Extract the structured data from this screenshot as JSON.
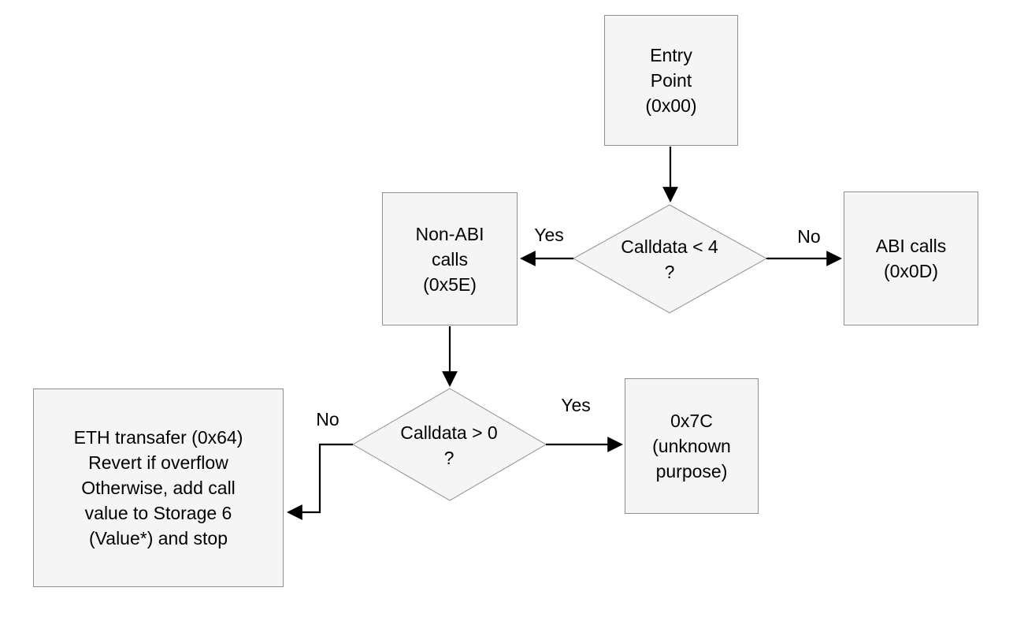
{
  "styles": {
    "canvas_bg": "#ffffff",
    "node_fill": "#f5f5f5",
    "node_border": "#8f8f8f",
    "arrow_color": "#000000",
    "text_color": "#000000"
  },
  "nodes": {
    "entry_point": {
      "label": "Entry\nPoint\n(0x00)"
    },
    "non_abi_calls": {
      "label": "Non-ABI\ncalls\n(0x5E)"
    },
    "abi_calls": {
      "label": "ABI calls\n(0x0D)"
    },
    "unknown_purpose": {
      "label": "0x7C\n(unknown\npurpose)"
    },
    "eth_transfer": {
      "label": "ETH transafer (0x64)\nRevert if overflow\nOtherwise, add call\nvalue to Storage 6\n(Value*) and stop"
    }
  },
  "decisions": {
    "calldata_lt_4": {
      "label": "Calldata < 4\n?"
    },
    "calldata_gt_0": {
      "label": "Calldata > 0\n?"
    }
  },
  "edge_labels": {
    "lt4_yes": "Yes",
    "lt4_no": "No",
    "gt0_yes": "Yes",
    "gt0_no": "No"
  }
}
